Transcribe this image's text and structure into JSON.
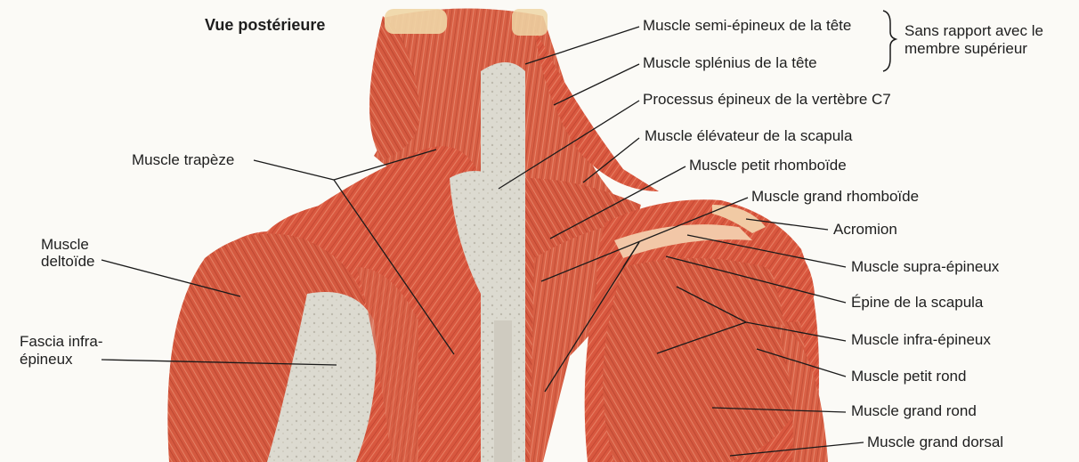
{
  "title": "Vue postérieure",
  "labels": {
    "semi_epineux": "Muscle semi-épineux de la tête",
    "splenius": "Muscle splénius de la tête",
    "sans_rapport_line1": "Sans rapport avec le",
    "sans_rapport_line2": "membre supérieur",
    "processus_c7": "Processus épineux de la vertèbre C7",
    "elevateur": "Muscle élévateur de la scapula",
    "petit_rhomboide": "Muscle petit rhomboïde",
    "grand_rhomboide": "Muscle grand rhomboïde",
    "acromion": "Acromion",
    "supra_epineux": "Muscle supra-épineux",
    "epine_scapula": "Épine de la scapula",
    "infra_epineux": "Muscle infra-épineux",
    "petit_rond": "Muscle petit rond",
    "grand_rond": "Muscle grand rond",
    "grand_dorsal": "Muscle grand dorsal",
    "trapeze": "Muscle trapèze",
    "deltoide_line1": "Muscle",
    "deltoide_line2": "deltoïde",
    "fascia_line1": "Fascia infra-",
    "fascia_line2": "épineux"
  },
  "colors": {
    "muscle": "#d9583f",
    "muscle_dark": "#b23a28",
    "muscle_light": "#ee8a6c",
    "fascia": "#dcdad0",
    "background": "#fbfaf6",
    "leader": "#1a1a1a"
  }
}
